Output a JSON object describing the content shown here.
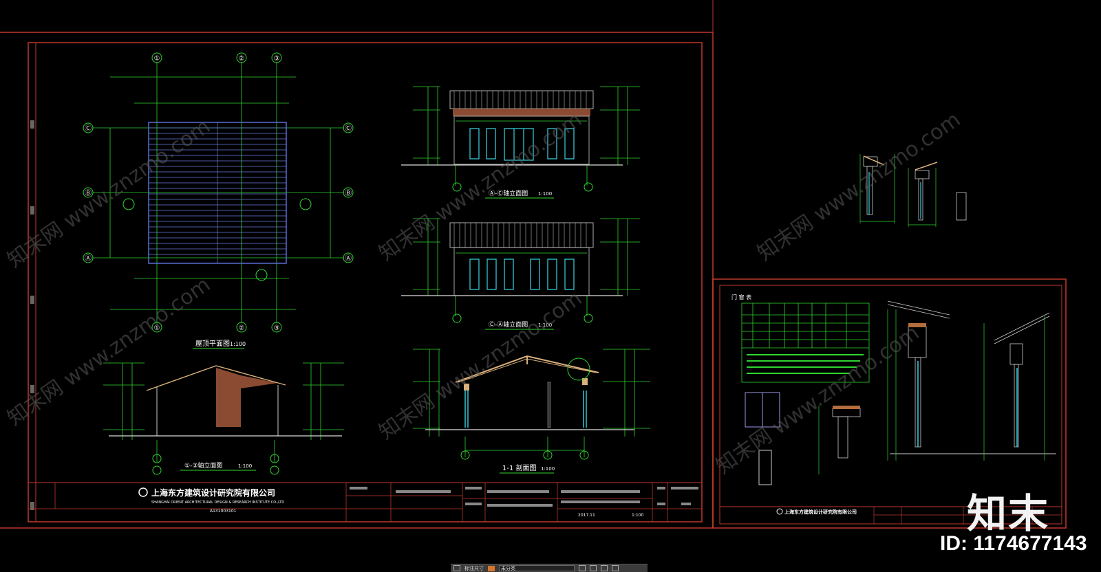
{
  "sheet_main": {
    "plan_title": "屋顶平面图",
    "plan_scale": "1:100",
    "elev_top_title": "Ⓐ-Ⓒ轴立面图",
    "elev_top_scale": "1:100",
    "elev_mid_title": "Ⓒ-Ⓐ轴立面图",
    "elev_mid_scale": "1:100",
    "elev_side_title": "①-③轴立面图",
    "elev_side_scale": "1:100",
    "section_title": "1-1 剖面图",
    "section_scale": "1:100",
    "company_cn": "上海东方建筑设计研究院有限公司",
    "company_en": "SHANGHAI ORIENT ARCHITECTURAL DESIGN & RESEARCH INSTITUTE CO.,LTD",
    "cert_no": "A131003101",
    "date": "2017.11",
    "sheet_scale": "1:100",
    "axes_h": [
      "①",
      "②",
      "③"
    ],
    "axes_v": [
      "Ⓒ",
      "Ⓑ",
      "Ⓐ"
    ]
  },
  "sheet_detail": {
    "table_title": "门 窗 表",
    "company_cn": "上海东方建筑设计研究院有限公司"
  },
  "watermark": {
    "text": "知末网 www.znzmo.com"
  },
  "overlay": {
    "logo": "知末",
    "id_label": "ID: 1174677143"
  },
  "cad_toolbar": {
    "layer_label": "未分类",
    "command_hint": "标注尺寸"
  },
  "colors": {
    "background": "#000000",
    "frame_red": "#c0392b",
    "dim_green": "#2fd62f",
    "window_cyan": "#38d6e6",
    "roof_brown": "#8a4b32",
    "watermark": "#5a5a5a"
  }
}
